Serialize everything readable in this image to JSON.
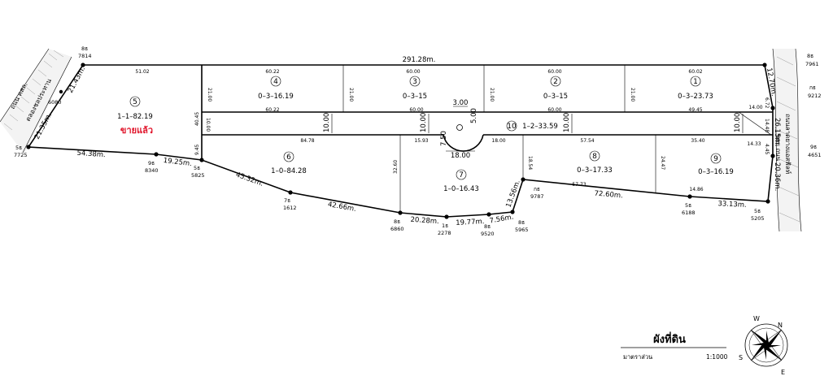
{
  "total_lengths": {
    "top": "291.28m.",
    "left_top": "21.43m.",
    "left_bottom": "21.35m.",
    "right_top": "12.70m.",
    "right_mid": "26.15m.",
    "right_bottom": "20.36m."
  },
  "boundary_lengths": {
    "b1": "54.38m.",
    "b2": "19.25m.",
    "b3": "45.32m.",
    "b4": "42.66m.",
    "b5": "20.28m.",
    "b6": "19.77m.",
    "b7": "7.56m.",
    "b8": "13.56m.",
    "b9": "72.60m.",
    "b10": "33.13m."
  },
  "markers": [
    {
      "name": "8ธ",
      "code": "7814"
    },
    {
      "name": "5ธ",
      "code": "7725"
    },
    {
      "name": "9ธ",
      "code": "8340"
    },
    {
      "name": "5ธ",
      "code": "5825"
    },
    {
      "name": "7ธ",
      "code": "1612"
    },
    {
      "name": "8ธ",
      "code": "6860"
    },
    {
      "name": "1ธ",
      "code": "2278"
    },
    {
      "name": "8ธ",
      "code": "9520"
    },
    {
      "name": "8ธ",
      "code": "5965"
    },
    {
      "name": "กธ",
      "code": "9787"
    },
    {
      "name": "5ธ",
      "code": "6188"
    },
    {
      "name": "5ธ",
      "code": "5205"
    },
    {
      "name": "8ธ",
      "code": "7961"
    },
    {
      "name": "กธ",
      "code": "9212"
    },
    {
      "name": "9ธ",
      "code": "4651"
    },
    {
      "name": "",
      "code": "6080"
    }
  ],
  "plots": [
    {
      "no": "1",
      "area": "0–3–23.73"
    },
    {
      "no": "2",
      "area": "0–3–15"
    },
    {
      "no": "3",
      "area": "0–3–15"
    },
    {
      "no": "4",
      "area": "0–3–16.19"
    },
    {
      "no": "5",
      "area": "1–1–82.19"
    },
    {
      "no": "6",
      "area": "1–0–84.28"
    },
    {
      "no": "7",
      "area": "1–0–16.43"
    },
    {
      "no": "8",
      "area": "0–3–17.33"
    },
    {
      "no": "9",
      "area": "0–3–16.19"
    },
    {
      "no": "10",
      "area": "1–2–33.59"
    }
  ],
  "sold_label": "ขายแล้ว",
  "dims": {
    "d5102": "51.02",
    "d6022a": "60.22",
    "d6000a": "60.00",
    "d6000b": "60.00",
    "d6002": "60.02",
    "d6022b": "60.22",
    "d6000c": "60.00",
    "d6000d": "60.00",
    "d4945": "49.45",
    "d1400": "14.00",
    "d8478": "84.78",
    "d1593": "15.93",
    "d1800a": "18.00",
    "d5754": "57.54",
    "d3540": "35.40",
    "d1433": "14.33",
    "d5773": "57.73",
    "d1486": "14.86",
    "v2100a": "21.00",
    "v2100b": "21.00",
    "v2100c": "21.00",
    "v2100d": "21.00",
    "v4045": "40.45",
    "v1000a": "10.00",
    "v945": "9.45",
    "v3260": "32.60",
    "v1854": "18.54",
    "v2447": "24.47",
    "v672": "6.72",
    "v1448": "14.48",
    "v445": "4.45",
    "road10a": "10.00",
    "road10b": "10.00",
    "road10c": "10.00",
    "road10d": "10.00",
    "cul300": "3.00",
    "cul500": "5.00",
    "cul750": "7.50",
    "cul1800": "18.00"
  },
  "roads": {
    "left_top": "ถนน คสล.",
    "left_bottom": "คลองชลประทาน",
    "right_top": "ถนนลาดยางแอสฟัลท์",
    "right_bottom": "ซอย ถนน"
  },
  "title": {
    "heading": "ผังที่ดิน",
    "scale_label": "มาตราส่วน",
    "scale_value": "1:1000"
  },
  "compass": {
    "n": "N",
    "s": "S",
    "e": "E",
    "w": "W"
  }
}
